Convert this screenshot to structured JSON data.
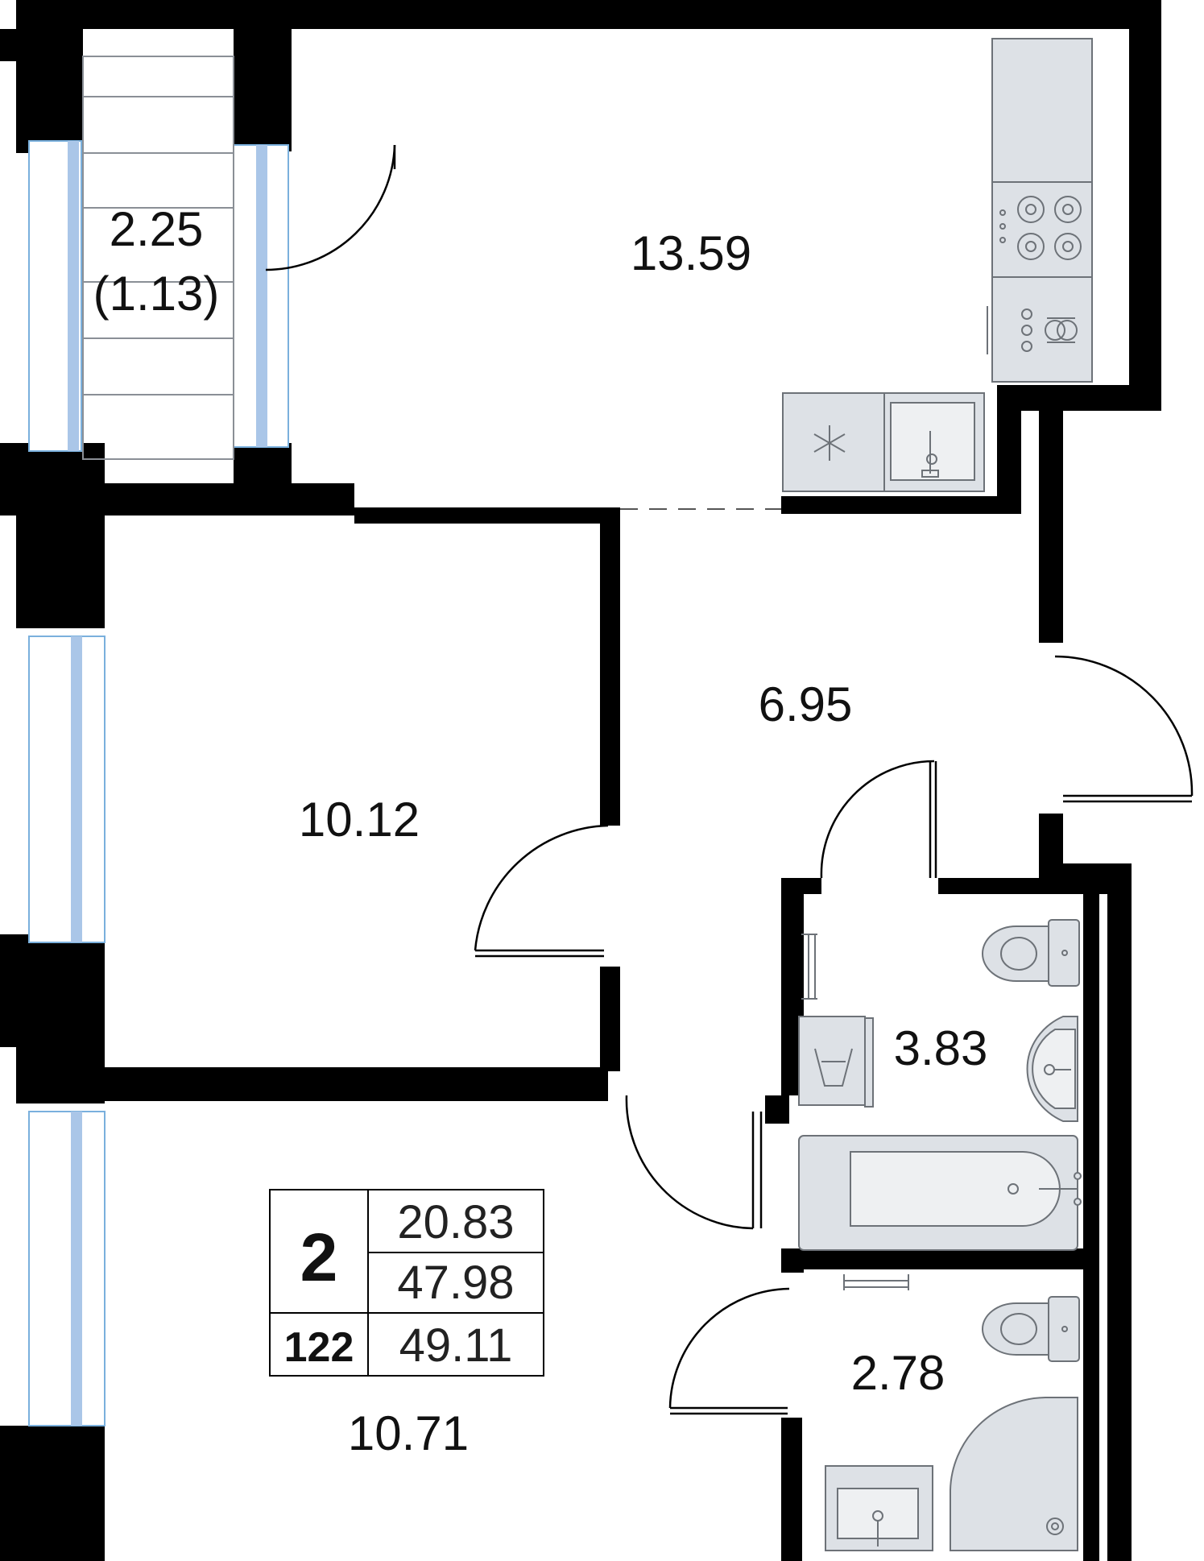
{
  "colors": {
    "wall": "#000000",
    "glass": "#aac6e8",
    "fixture_fill": "#dde1e6",
    "fixture_stroke": "#6d7278"
  },
  "rooms": [
    {
      "id": "balcony",
      "area": "2.25",
      "area_reduced": "(1.13)"
    },
    {
      "id": "kitchen",
      "area": "13.59"
    },
    {
      "id": "hall",
      "area": "6.95"
    },
    {
      "id": "bedroom",
      "area": "10.12"
    },
    {
      "id": "bathroom",
      "area": "3.83"
    },
    {
      "id": "toilet",
      "area": "2.78"
    },
    {
      "id": "living-room",
      "area": "10.71"
    }
  ],
  "summary": {
    "rooms_count": "2",
    "apartment_number": "122",
    "living_area": "20.83",
    "total_area": "47.98",
    "total_area_with_balcony": "49.11"
  },
  "icons": [
    "snowflake-icon",
    "hob-icon",
    "oven-icon",
    "sink-icon",
    "toilet-icon",
    "washbasin-icon",
    "bathtub-icon",
    "washing-machine-icon",
    "shower-icon",
    "towel-rail-icon"
  ]
}
